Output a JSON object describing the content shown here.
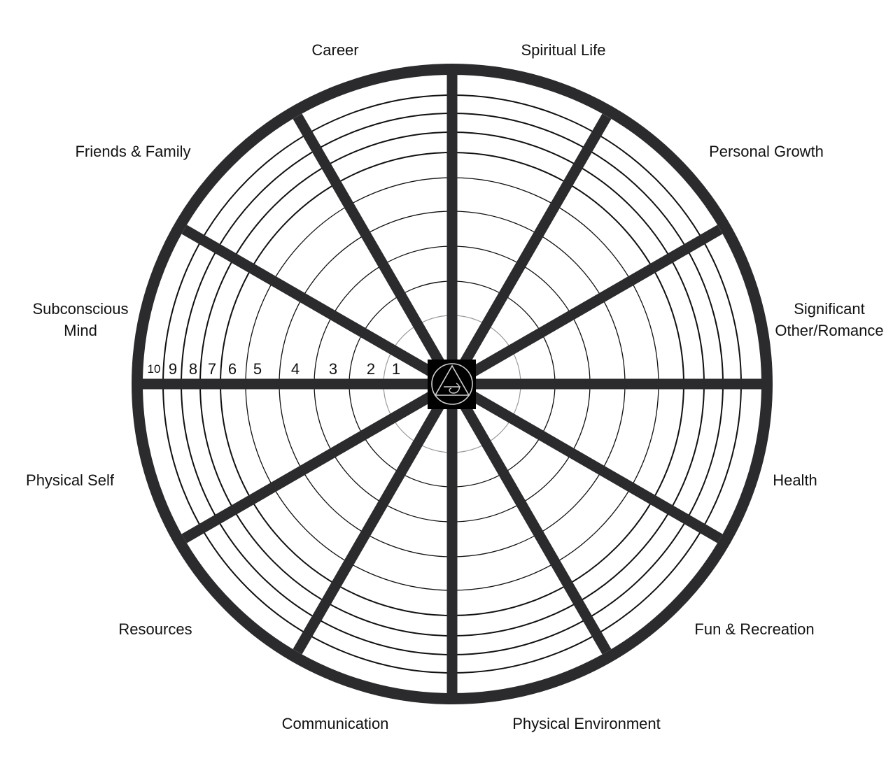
{
  "colors": {
    "spoke": "#2b2b2e",
    "ring": "#111111",
    "inner_ring": "#9a9a9a",
    "center_box": "#000000",
    "logo_stroke": "#cfcfcf",
    "label": "#111111"
  },
  "wheel": {
    "categories": [
      [
        "Career"
      ],
      [
        "Spiritual Life"
      ],
      [
        "Personal Growth"
      ],
      [
        "Significant",
        "Other/Romance"
      ],
      [
        "Health"
      ],
      [
        "Fun & Recreation"
      ],
      [
        "Physical Environment"
      ],
      [
        "Communication"
      ],
      [
        "Resources"
      ],
      [
        "Physical Self"
      ],
      [
        "Subconscious",
        "Mind"
      ],
      [
        "Friends & Family"
      ]
    ],
    "scale": [
      "1",
      "2",
      "3",
      "4",
      "5",
      "6",
      "7",
      "8",
      "9",
      "10"
    ],
    "logo_icon": "triangle-in-circle-logo-icon"
  }
}
